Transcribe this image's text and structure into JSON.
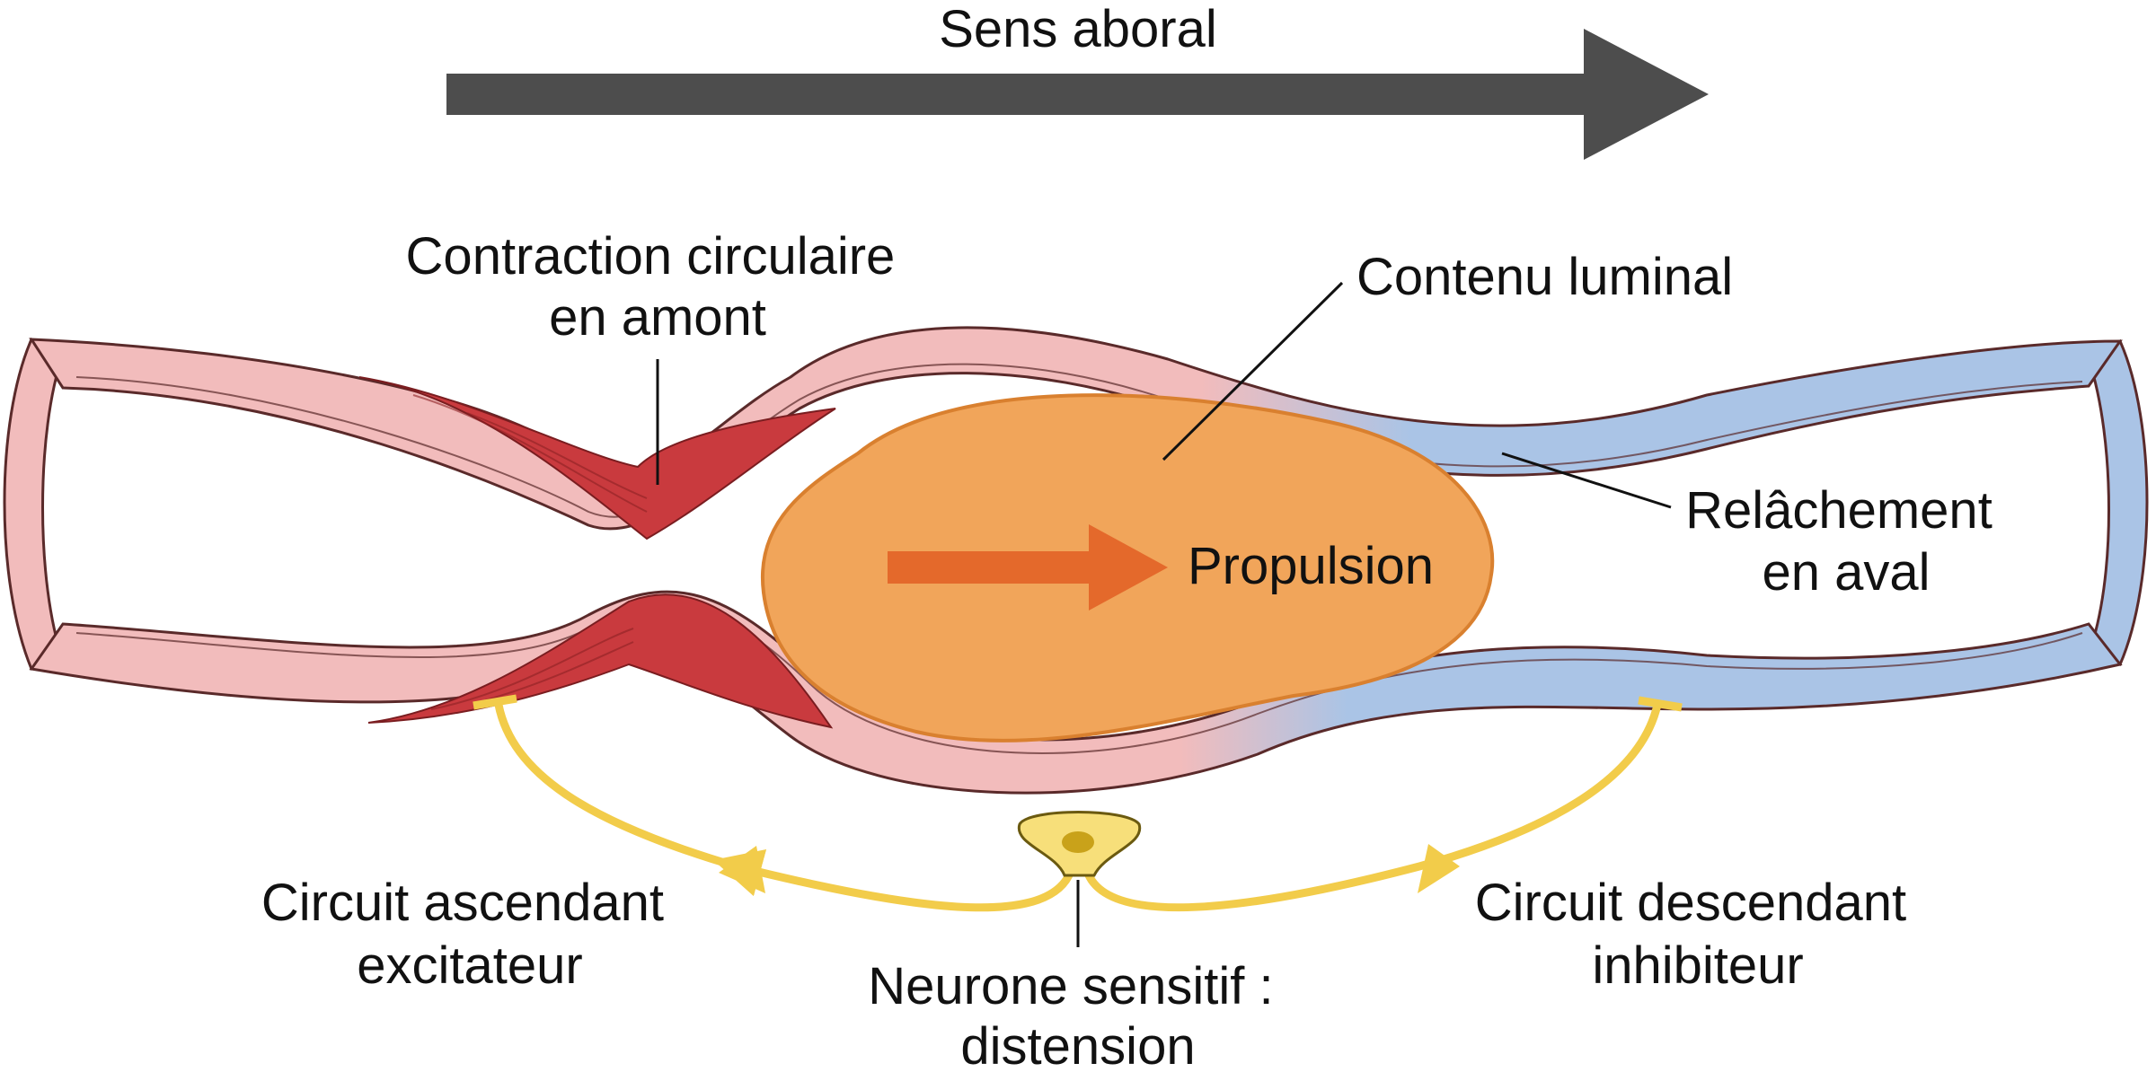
{
  "labels": {
    "direction": "Sens aboral",
    "upstream_contraction": [
      "Contraction circulaire",
      "en amont"
    ],
    "luminal_content": "Contenu luminal",
    "downstream_relaxation": [
      "Relâchement",
      "en aval"
    ],
    "propulsion": "Propulsion",
    "ascending_circuit": [
      "Circuit ascendant",
      "excitateur"
    ],
    "descending_circuit": [
      "Circuit descendant",
      "inhibiteur"
    ],
    "sensory_neuron": [
      "Neurone sensitif :",
      "distension"
    ]
  },
  "colors": {
    "direction_arrow": "#4d4d4d",
    "gut_wall": "#f0b8b8",
    "wall_outline": "#5a2a2a",
    "contraction_muscle": "#c93a3e",
    "relaxed_muscle": "#a9c3e6",
    "luminal_content": "#f1a55a",
    "propulsion_arrow": "#e4692b",
    "neuron_circuit": "#f2cc4a",
    "neuron_soma": "#f7df7a",
    "neuron_nucleus": "#c9a21a"
  }
}
